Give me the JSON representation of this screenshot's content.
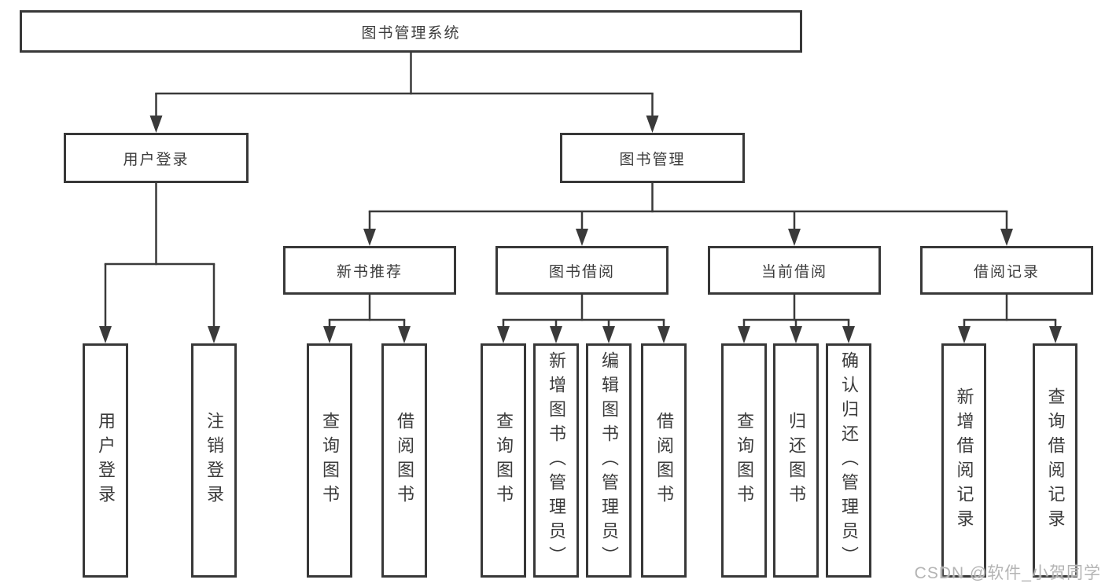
{
  "diagram": {
    "type": "tree-structure-chart",
    "colors": {
      "background": "#ffffff",
      "box_border": "#383838",
      "line": "#3a3a3a",
      "text": "#3b3b3b",
      "watermark_text": "#b4b4b4"
    },
    "watermark": "CSDN @软件_小贺同学"
  },
  "nodes": {
    "root": "图书管理系统",
    "l2": [
      "用户登录",
      "图书管理"
    ],
    "l3": [
      "新书推荐",
      "图书借阅",
      "当前借阅",
      "借阅记录"
    ],
    "leaves_user": [
      "用户登录",
      "注销登录"
    ],
    "leaves_newrec": [
      "查询图书",
      "借阅图书"
    ],
    "leaves_borrow": [
      "查询图书",
      "新增图书（管理员）",
      "编辑图书（管理员）",
      "借阅图书"
    ],
    "leaves_current": [
      "查询图书",
      "归还图书",
      "确认归还（管理员）"
    ],
    "leaves_record": [
      "新增借阅记录",
      "查询借阅记录"
    ]
  },
  "hierarchy": {
    "图书管理系统": {
      "用户登录": [
        "用户登录",
        "注销登录"
      ],
      "图书管理": {
        "新书推荐": [
          "查询图书",
          "借阅图书"
        ],
        "图书借阅": [
          "查询图书",
          "新增图书（管理员）",
          "编辑图书（管理员）",
          "借阅图书"
        ],
        "当前借阅": [
          "查询图书",
          "归还图书",
          "确认归还（管理员）"
        ],
        "借阅记录": [
          "新增借阅记录",
          "查询借阅记录"
        ]
      }
    }
  }
}
